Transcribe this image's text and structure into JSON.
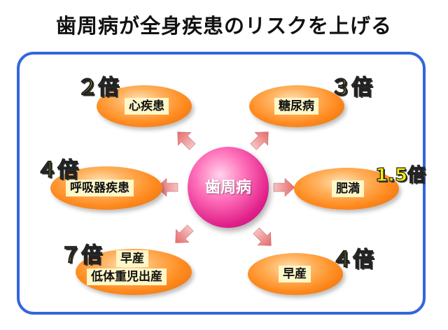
{
  "title": "歯周病が全身疾患のリスクを上げる",
  "center": "歯周病",
  "items": [
    {
      "label": "心疾患",
      "multiplier": "２倍"
    },
    {
      "label": "糖尿病",
      "multiplier": "３倍"
    },
    {
      "label": "呼吸器疾患",
      "multiplier": "４倍"
    },
    {
      "label": "肥満",
      "multiplier": "1.5倍"
    },
    {
      "label_line1": "早産",
      "label_line2": "低体重児出産",
      "multiplier": "７倍"
    },
    {
      "label": "早産",
      "multiplier": "４倍"
    }
  ],
  "colors": {
    "frame": "#3366dd",
    "oval": "#ff8a1e",
    "center": "#e0208a",
    "multiplier": "#fff200",
    "arrow": "#f08a8a"
  }
}
